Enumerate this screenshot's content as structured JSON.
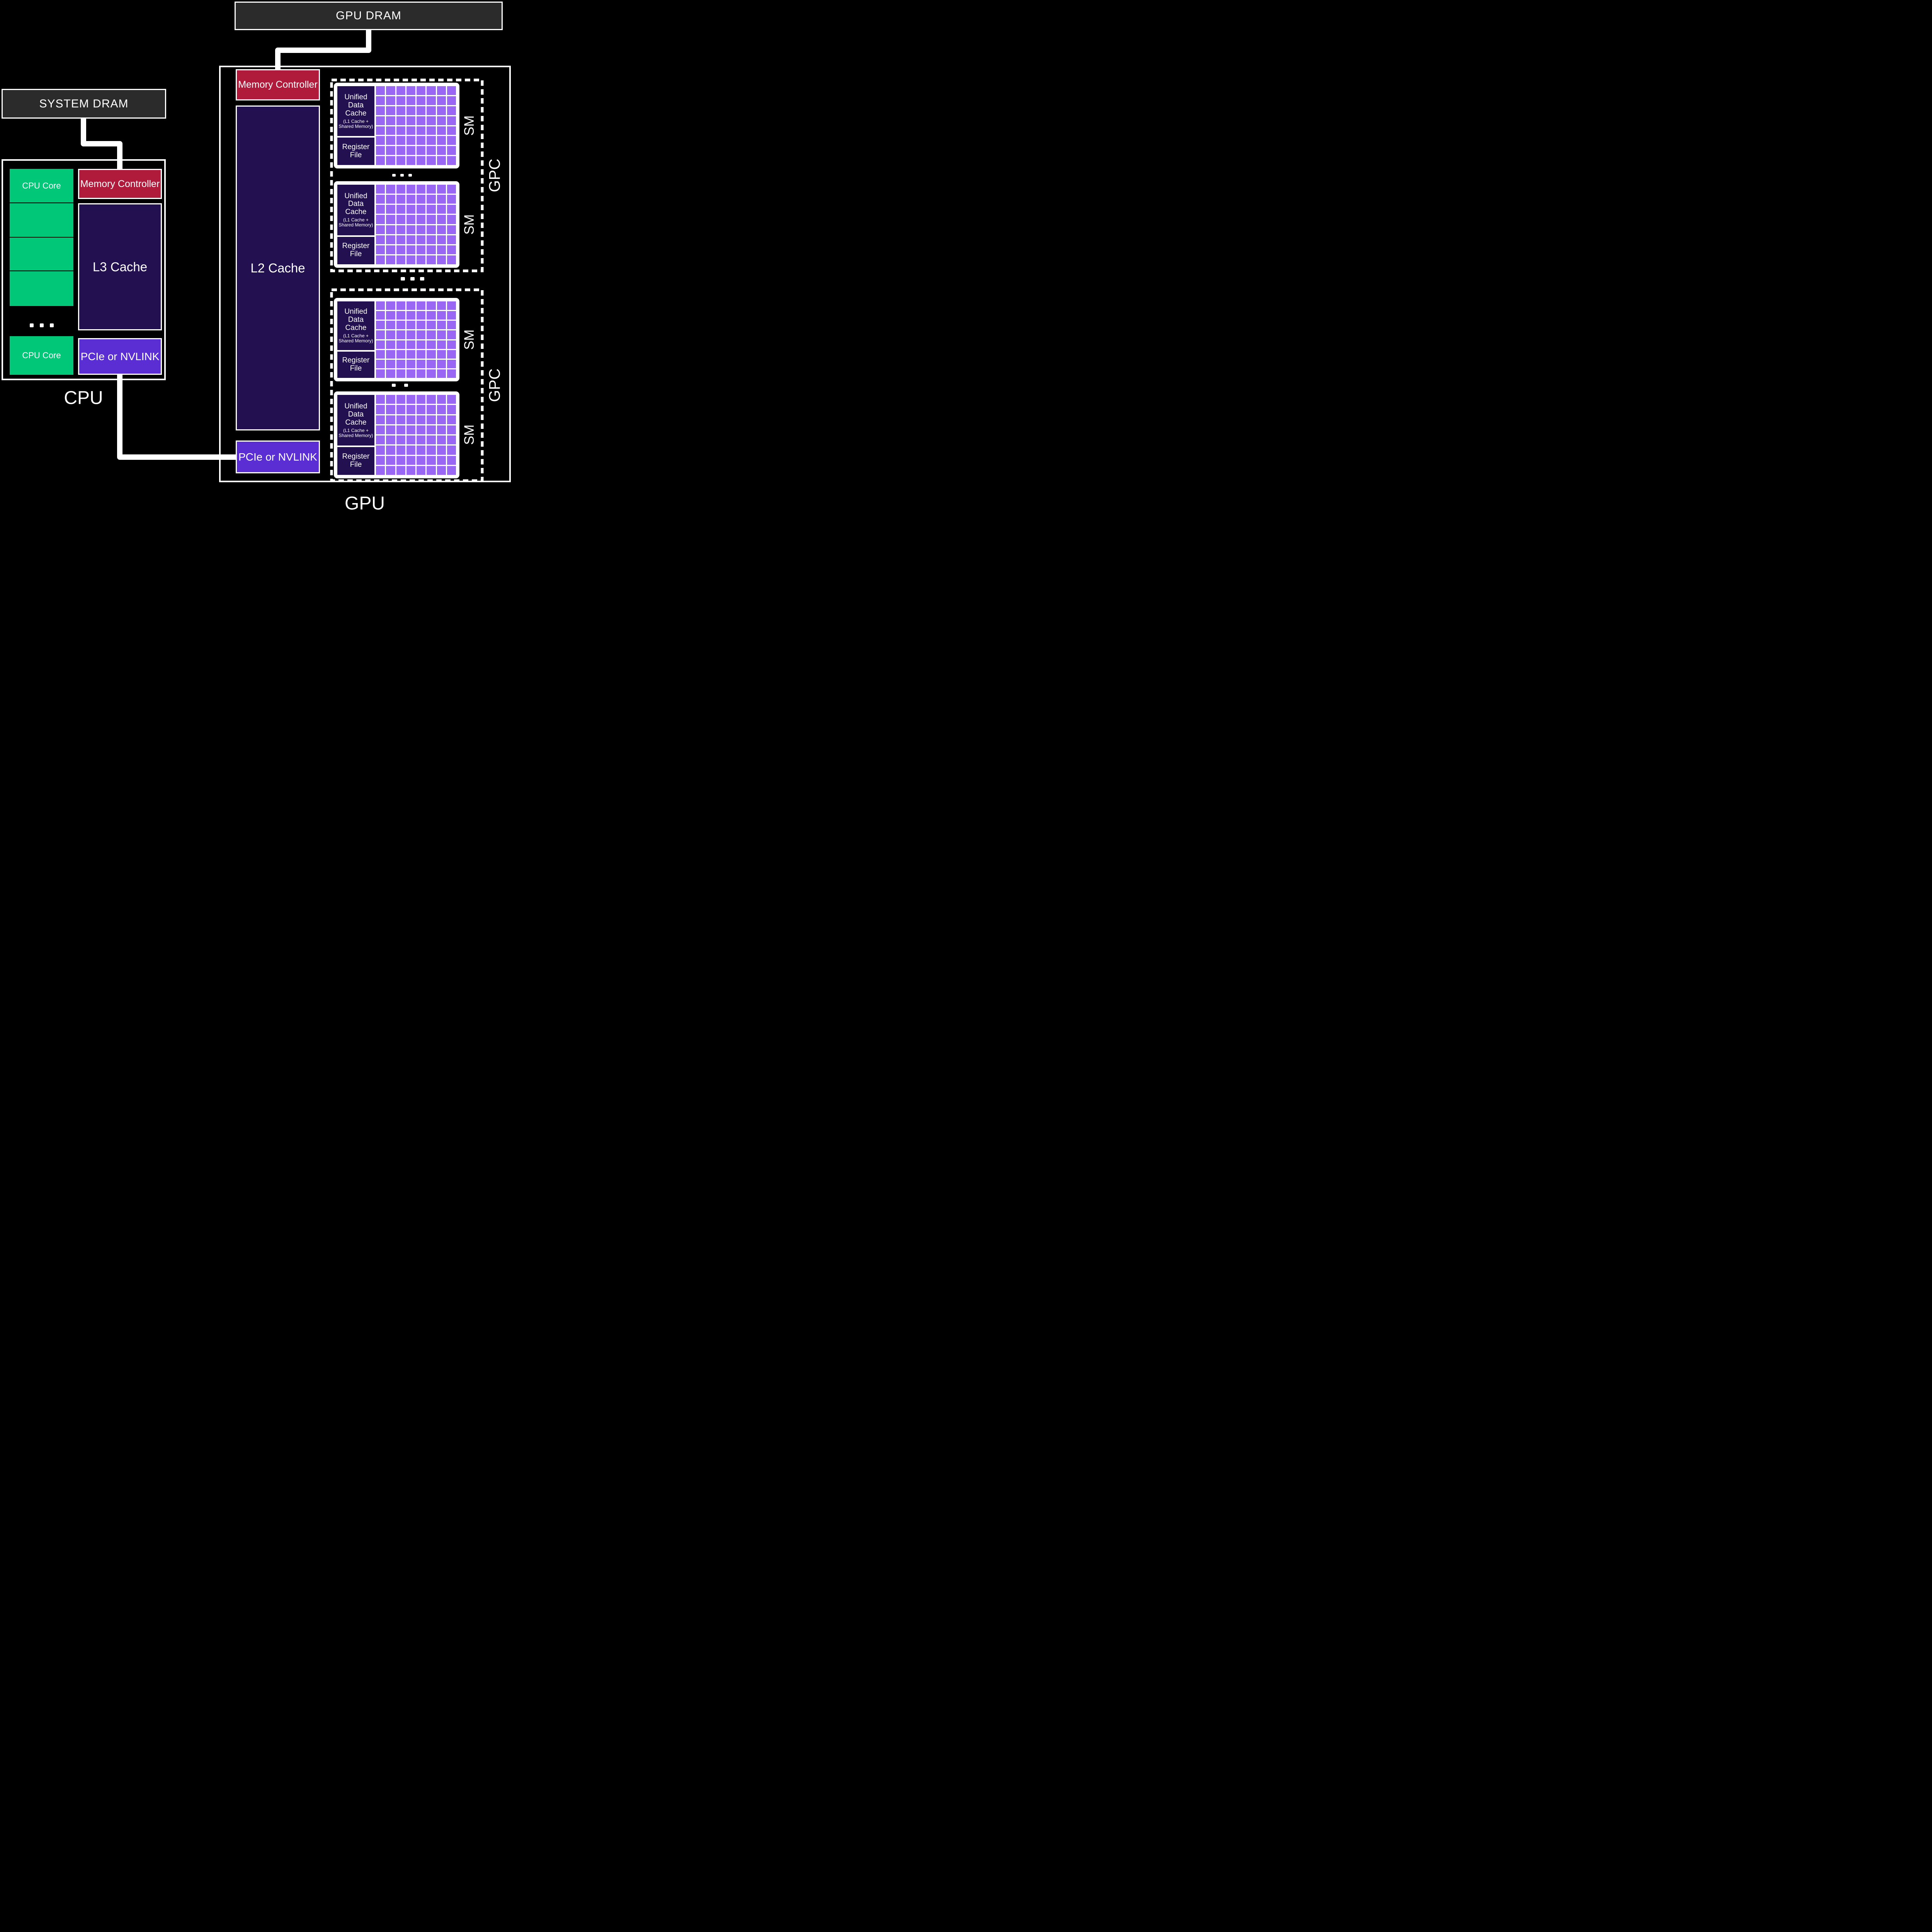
{
  "dram": {
    "system_label": "SYSTEM DRAM",
    "gpu_label": "GPU DRAM"
  },
  "cpu": {
    "label": "CPU",
    "core_label": "CPU Core",
    "memory_controller_label": "Memory Controller",
    "l3_cache_label": "L3 Cache",
    "pcie_label": "PCIe or NVLINK",
    "core_count_shown": 5
  },
  "gpu": {
    "label": "GPU",
    "memory_controller_label": "Memory Controller",
    "l2_cache_label": "L2 Cache",
    "pcie_label": "PCIe or NVLINK",
    "gpc_label": "GPC",
    "gpc_count_shown": 2,
    "sm_label": "SM",
    "sm_count_shown": 4,
    "sm": {
      "unified_cache_title": "Unified Data Cache",
      "unified_cache_subtitle": "(L1 Cache + Shared Memory)",
      "register_file_label": "Register File",
      "grid": {
        "rows": 8,
        "cols": 8
      }
    }
  },
  "icons": {
    "ellipsis": "..."
  },
  "colors": {
    "background": "#000000",
    "dram_fill": "#2B2B2B",
    "memory_controller_fill": "#B01B3C",
    "cache_fill": "#221051",
    "pcie_fill": "#5A2ED2",
    "cpu_core_fill": "#00C878",
    "sm_cell_fill": "#9A67F5",
    "line": "#FFFFFF"
  }
}
